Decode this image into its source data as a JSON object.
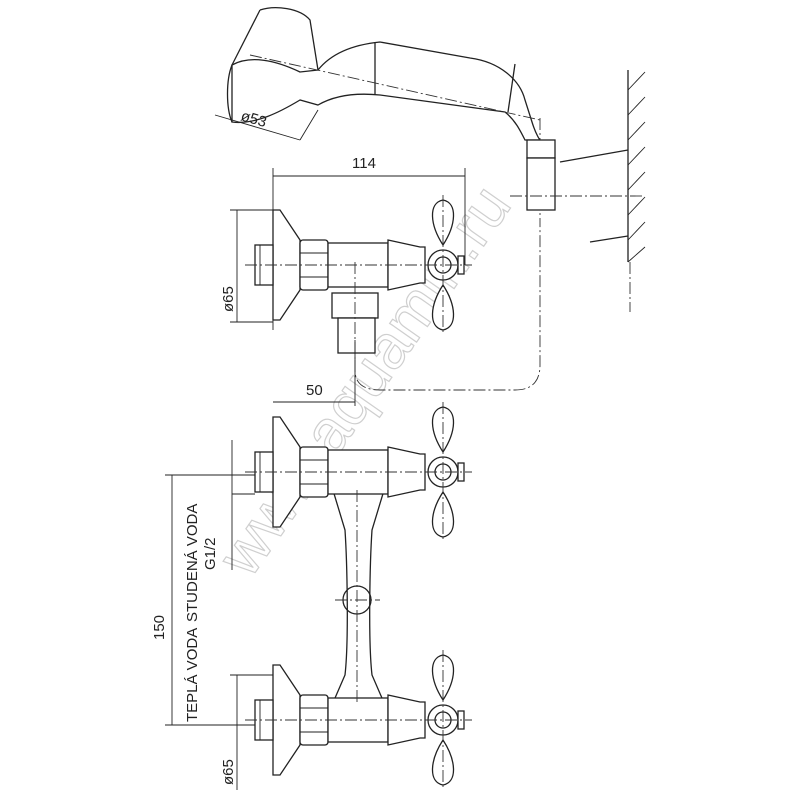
{
  "drawing": {
    "dimensions": {
      "handshower_diameter": "ø53",
      "overall_depth": "114",
      "flange_diameter_top": "ø65",
      "outlet_offset": "50",
      "inlet_spacing": "150",
      "flange_diameter_bottom": "ø65"
    },
    "labels": {
      "cold_water": "STUDENÁ VODA",
      "thread": "G1/2",
      "hot_water": "TEPLÁ VODA"
    },
    "watermark": "www.aquamin.ru"
  }
}
